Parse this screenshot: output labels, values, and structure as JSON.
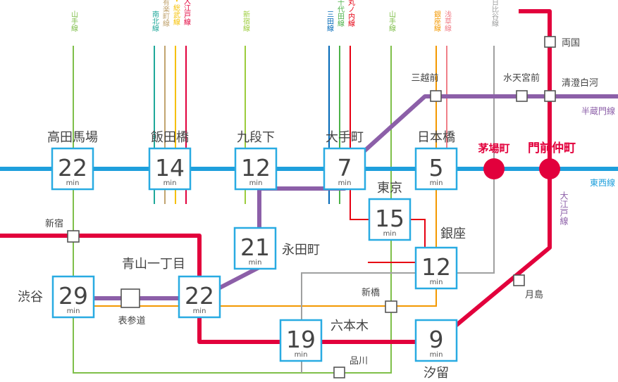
{
  "stations": {
    "takadanobaba": {
      "name": "高田馬場",
      "minutes": "22",
      "unit": "min"
    },
    "iidabashi": {
      "name": "飯田橋",
      "minutes": "14",
      "unit": "min"
    },
    "kudanshita": {
      "name": "九段下",
      "minutes": "12",
      "unit": "min"
    },
    "otemachi": {
      "name": "大手町",
      "minutes": "7",
      "unit": "min"
    },
    "nihombashi": {
      "name": "日本橋",
      "minutes": "5",
      "unit": "min"
    },
    "nagatacho": {
      "name": "永田町",
      "minutes": "21",
      "unit": "min"
    },
    "tokyo": {
      "name": "東京",
      "minutes": "15",
      "unit": "min"
    },
    "ginza": {
      "name": "銀座",
      "minutes": "12",
      "unit": "min"
    },
    "shibuya": {
      "name": "渋谷",
      "minutes": "29",
      "unit": "min"
    },
    "aoyamaitchome": {
      "name": "青山一丁目",
      "minutes": "22",
      "unit": "min"
    },
    "roppongi": {
      "name": "六本木",
      "minutes": "19",
      "unit": "min"
    },
    "shiodome": {
      "name": "汐留",
      "minutes": "9",
      "unit": "min"
    }
  },
  "minor_stations": {
    "ryogoku": "両国",
    "mitsukoshimae": "三越前",
    "suitengumae": "水天宮前",
    "kiyosumishirakawa": "清澄白河",
    "shinjuku": "新宿",
    "omotesando": "表参道",
    "shimbashi": "新橋",
    "tsukishima": "月島",
    "shinagawa": "品川"
  },
  "highlight": {
    "kayabacho": "茅場町",
    "monzennakacho": "門前仲町"
  },
  "line_labels": {
    "yamanote_left": "山手線",
    "namboku": "南北線",
    "yurakucho": "有楽町線",
    "chuo_sobu": "中央・総武線",
    "oedo_top": "大江戸線",
    "shinjuku_line": "新宿線",
    "mita": "三田線",
    "chiyoda": "千代田線",
    "marunouchi": "丸ノ内線",
    "yamanote_right": "山手線",
    "ginza_line": "銀座線",
    "asakusa": "浅草線",
    "hibiya": "日比谷線",
    "hanzomon": "半蔵門線",
    "tozai": "東西線",
    "oedo_right": "大江戸線"
  },
  "colors": {
    "tozai": "#1e9fdc",
    "hanzomon": "#8c5fa8",
    "oedo": "#e2003c",
    "yamanote": "#7fbf4a",
    "namboku": "#1fa89a",
    "yurakucho": "#c1a470",
    "chuo_sobu": "#f6c000",
    "shinjuku": "#9ccc3c",
    "mita": "#0068b7",
    "chiyoda": "#4cb248",
    "marunouchi": "#e60012",
    "ginza": "#f39800",
    "asakusa": "#f07f89",
    "hibiya": "#9fa0a0"
  }
}
